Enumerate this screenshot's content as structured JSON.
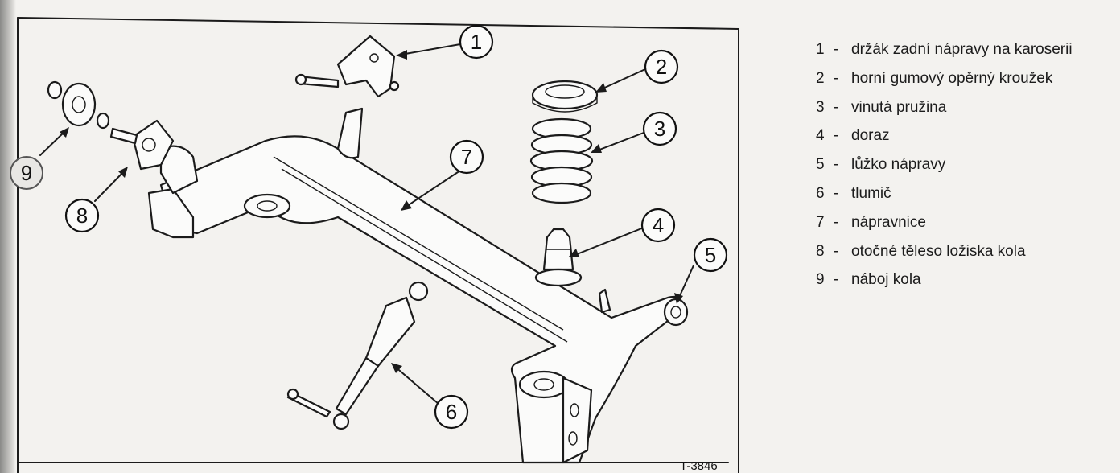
{
  "figure": {
    "code": "T-3846",
    "callouts": [
      "1",
      "2",
      "3",
      "4",
      "5",
      "6",
      "7",
      "8",
      "9"
    ]
  },
  "legend": {
    "separator": "-",
    "items": [
      {
        "num": "1",
        "text": "držák zadní nápravy na karoserii"
      },
      {
        "num": "2",
        "text": "horní gumový opěrný kroužek"
      },
      {
        "num": "3",
        "text": "vinutá pružina"
      },
      {
        "num": "4",
        "text": "doraz"
      },
      {
        "num": "5",
        "text": "lůžko nápravy"
      },
      {
        "num": "6",
        "text": "tlumič"
      },
      {
        "num": "7",
        "text": "nápravnice"
      },
      {
        "num": "8",
        "text": "otočné těleso ložiska kola"
      },
      {
        "num": "9",
        "text": "náboj kola"
      }
    ]
  }
}
